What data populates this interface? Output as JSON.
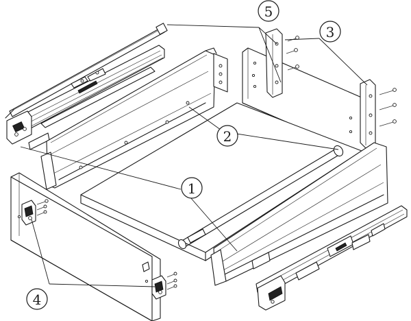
{
  "diagram": {
    "callouts": [
      {
        "id": "1",
        "label": "1"
      },
      {
        "id": "2",
        "label": "2"
      },
      {
        "id": "3",
        "label": "3"
      },
      {
        "id": "4",
        "label": "4"
      },
      {
        "id": "5",
        "label": "5"
      }
    ],
    "colors": {
      "stroke": "#1a1a1a",
      "background": "#ffffff"
    }
  }
}
